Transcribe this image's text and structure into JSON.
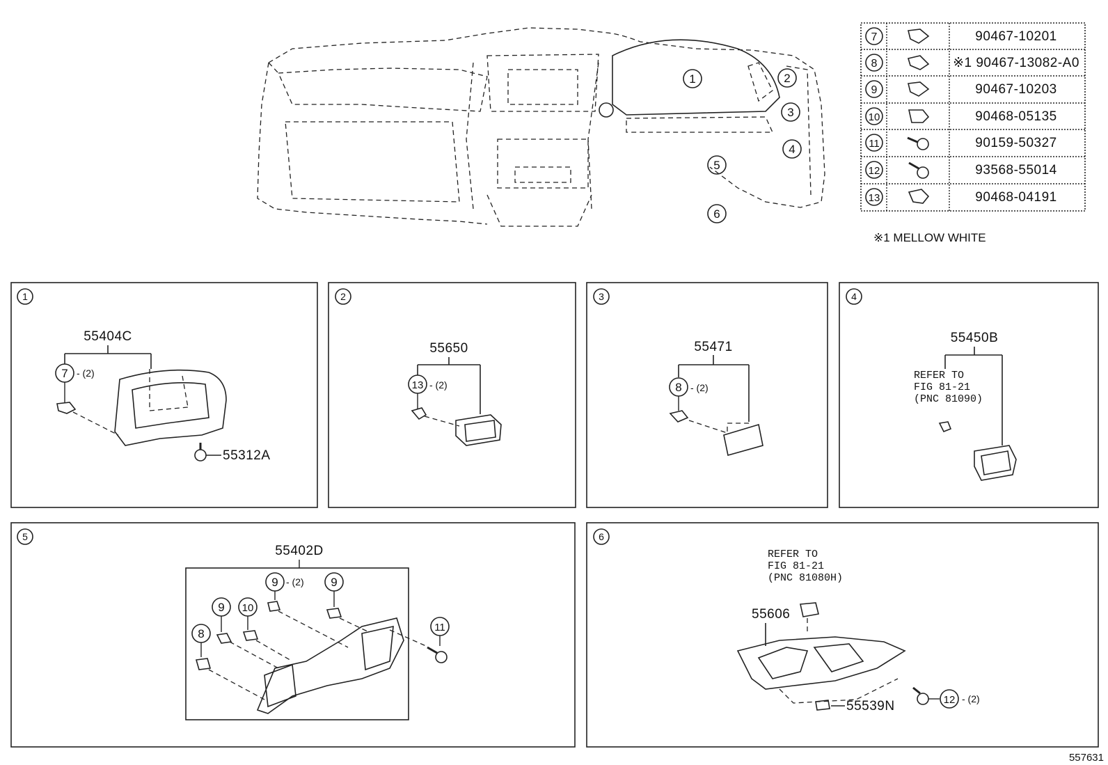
{
  "overview": {
    "callouts": [
      "1",
      "2",
      "3",
      "4",
      "5",
      "6"
    ]
  },
  "parts_table": {
    "rows": [
      {
        "ref": "7",
        "part": "90467-10201"
      },
      {
        "ref": "8",
        "part": "※1 90467-13082-A0"
      },
      {
        "ref": "9",
        "part": "90467-10203"
      },
      {
        "ref": "10",
        "part": "90468-05135"
      },
      {
        "ref": "11",
        "part": "90159-50327"
      },
      {
        "ref": "12",
        "part": "93568-55014"
      },
      {
        "ref": "13",
        "part": "90468-04191"
      }
    ],
    "note": "※1 MELLOW WHITE"
  },
  "panels": {
    "p1": {
      "num": "1",
      "main": "55404C",
      "clip": "7",
      "qty": "- (2)",
      "screw": "55312A"
    },
    "p2": {
      "num": "2",
      "main": "55650",
      "clip": "13",
      "qty": "- (2)"
    },
    "p3": {
      "num": "3",
      "main": "55471",
      "clip": "8",
      "qty": "- (2)"
    },
    "p4": {
      "num": "4",
      "main": "55450B",
      "refer": [
        "REFER TO",
        "FIG 81-21",
        "(PNC 81090)"
      ]
    },
    "p5": {
      "num": "5",
      "main": "55402D",
      "c9a": "9",
      "qty9a": "- (2)",
      "c9b": "9",
      "c9c": "9",
      "c10": "10",
      "c8": "8",
      "c11": "11"
    },
    "p6": {
      "num": "6",
      "refer": [
        "REFER TO",
        "FIG 81-21",
        "(PNC 81080H)"
      ],
      "main": "55606",
      "bottom": "55539N",
      "c12": "12",
      "qty12": "- (2)"
    }
  },
  "figure_id": "557631"
}
